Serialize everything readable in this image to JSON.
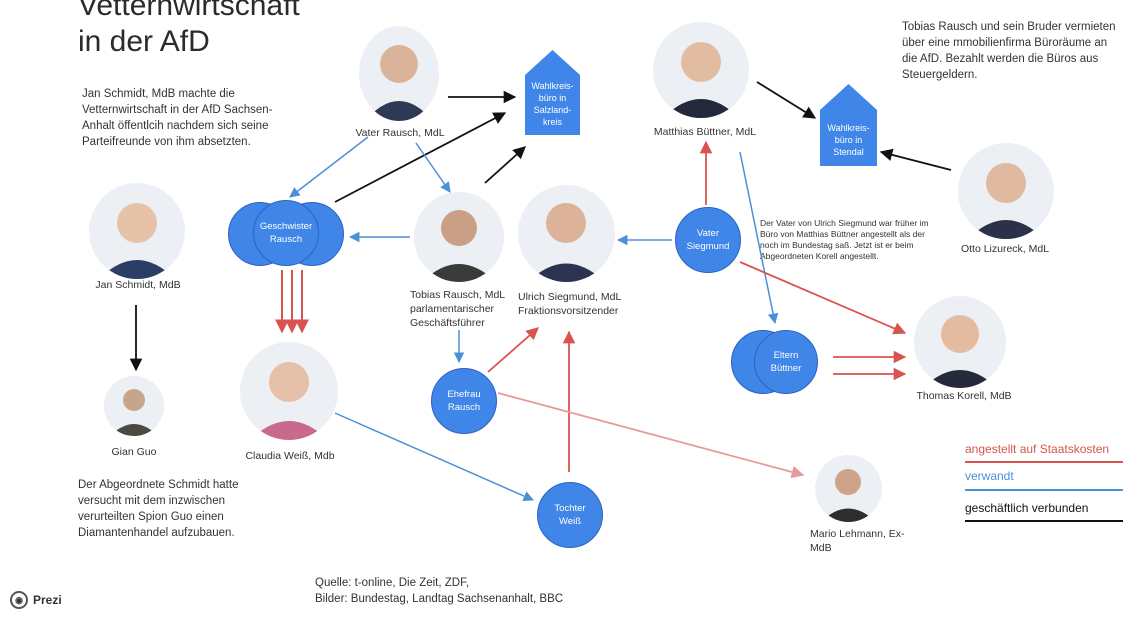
{
  "title": {
    "line1": "Vetternwirtschaft",
    "line2": "in der AfD"
  },
  "notes": {
    "schmidt_intro": "Jan Schmidt, MdB machte die Vetternwirtschaft in der AfD Sachsen-Anhalt öffentlcih nachdem sich seine Parteifreunde von ihm absetzten.",
    "rausch_brothers": "Tobias Rausch und sein Bruder vermieten über eine mmobilienfirma Büroräume an die AfD. Bezahlt werden die Büros aus Steuergeldern.",
    "siegmund_father": "Der Vater von Ulrich Siegmund war früher im Büro von Matthias Büttner angestellt als der noch im Bundestag saß. Jetzt ist er beim Abgeordneten Korell angestellt.",
    "guo": "Der Abgeordnete Schmidt hatte versucht mit dem inzwischen verurteilten Spion Guo einen Diamantenhandel aufzubauen.",
    "sources_line1": "Quelle: t-online, Die Zeit, ZDF,",
    "sources_line2": "Bilder: Bundestag, Landtag Sachsenanhalt, BBC"
  },
  "people": {
    "vater_rausch": "Vater Rausch, MdL",
    "matthias_buettner": "Matthias Büttner, MdL",
    "jan_schmidt": "Jan Schmidt, MdB",
    "tobias_rausch": "Tobias Rausch, MdL parlamentarischer Geschäftsführer",
    "ulrich_siegmund": "Ulrich Siegmund, MdL Fraktionsvorsitzender",
    "otto_lizureck": "Otto Lizureck, MdL",
    "thomas_korell": "Thomas Korell, MdB",
    "gian_guo": "Gian Guo",
    "claudia_weiss": "Claudia Weiß, Mdb",
    "mario_lehmann": "Mario Lehmann, Ex-MdB"
  },
  "nodes": {
    "geschwister_rausch": "Geschwister Rausch",
    "vater_siegmund": "Vater Siegmund",
    "eltern_buettner": "Eltern Büttner",
    "ehefrau_rausch": "Ehefrau Rausch",
    "tochter_weiss": "Tochter Weiß"
  },
  "offices": {
    "salzland": "Wahlkreis-büro in Salzland-kreis",
    "stendal": "Wahlkreis-büro in Stendal"
  },
  "legend": {
    "employed": "angestellt auf Staatskosten",
    "related": "verwandt",
    "business": "geschäftlich verbunden"
  },
  "colors": {
    "employed": "#d9534f",
    "related": "#4a90d9",
    "business": "#111111",
    "node": "#3f86e8"
  },
  "footer": {
    "brand": "Prezi"
  }
}
